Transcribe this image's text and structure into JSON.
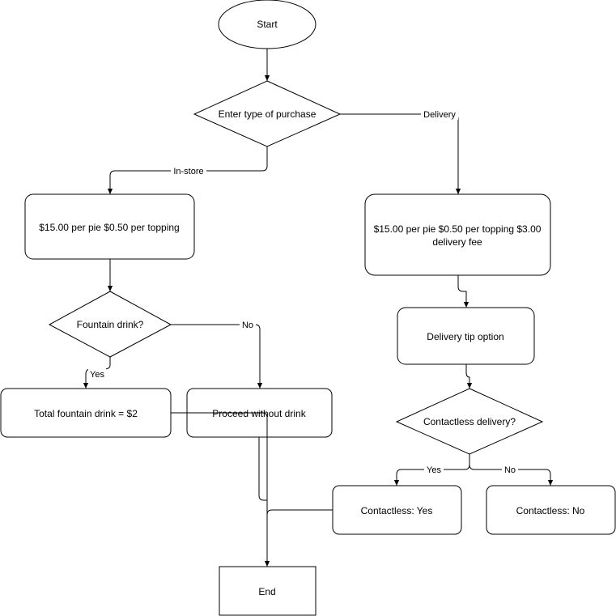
{
  "nodes": {
    "start": "Start",
    "enter_type": "Enter type of purchase",
    "instore_price": "$15.00 per pie $0.50 per topping",
    "delivery_price_line1": "$15.00 per pie $0.50 per topping $3.00",
    "delivery_price_line2": "delivery fee",
    "fountain_q": "Fountain drink?",
    "delivery_tip": "Delivery tip option",
    "total_drink": "Total fountain drink = $2",
    "proceed_no_drink": "Proceed without drink",
    "contactless_q": "Contactless delivery?",
    "contactless_yes": "Contactless: Yes",
    "contactless_no": "Contactless: No",
    "end": "End"
  },
  "edges": {
    "delivery": "Delivery",
    "instore": "In-store",
    "fountain_yes": "Yes",
    "fountain_no": "No",
    "contactless_yes": "Yes",
    "contactless_no": "No"
  }
}
